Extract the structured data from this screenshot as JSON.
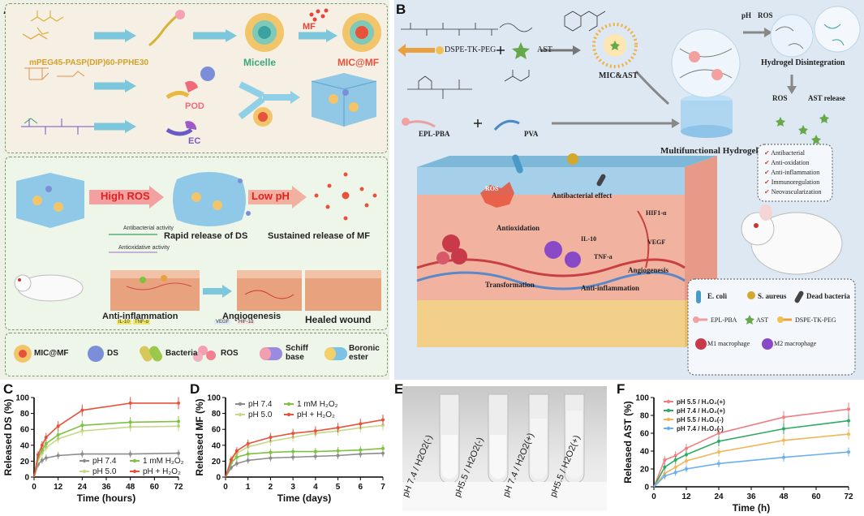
{
  "panels": {
    "A": "A",
    "B": "B",
    "C": "C",
    "D": "D",
    "E": "E",
    "F": "F"
  },
  "panelA": {
    "polymer": "mPEG45-PASP(DIP)60-PPHE30",
    "micelle": "Micelle",
    "mf": "MF",
    "mic_mf": "MIC@MF",
    "pod": "POD",
    "ec": "EC",
    "high_ros": "High ROS",
    "low_ph": "Low pH",
    "rapid_release": "Rapid release of DS",
    "sustained_release": "Sustained release of MF",
    "antibacterial_activity": "Antibacterial activity",
    "antioxidative_activity": "Antioxidative activity",
    "anti_inflammation": "Anti-inflammation",
    "il10": "IL-10",
    "tnfa": "TNF-α",
    "angiogenesis": "Angiogenesis",
    "vegf": "VEGF",
    "hif1a": "HIF-1α",
    "healed_wound": "Healed wound",
    "legend": [
      "MIC@MF",
      "DS",
      "Bacteria",
      "ROS",
      "Schiff base",
      "Boronic ester"
    ]
  },
  "panelB": {
    "dspe": "DSPE-TK-PEG",
    "ast": "AST",
    "mic_ast": "MIC&AST",
    "epl_pba": "EPL-PBA",
    "pva": "PVA",
    "ph_ros": "pH",
    "ros": "ROS",
    "hydrogel_disintegration": "Hydrogel Disintegration",
    "ros_ast": "ROS",
    "ast_release": "AST release",
    "multifunctional": "Multifunctional Hydrogel",
    "checklist": [
      "Antibacterial",
      "Anti-oxidation",
      "Anti-inflammation",
      "Immunoregulation",
      "Neovascularization"
    ],
    "antibacterial_effect": "Antibacterial effect",
    "antioxidation": "Antioxidation",
    "il10": "IL-10",
    "tnfa": "TNF-a",
    "hif1a": "HIF1-α",
    "vegf": "VEGF",
    "angiogenesis": "Angiogenesis",
    "transformation": "Transformation",
    "anti_inflammation": "Anti-inflammation",
    "ros_tag": "ROS",
    "legend": [
      "E. coli",
      "S. aureus",
      "Dead bacteria",
      "EPL-PBA",
      "AST",
      "DSPE-TK-PEG",
      "M1 macrophage",
      "M2 macrophage"
    ]
  },
  "panelE": {
    "tubes": [
      "pH 7.4 / H2O2(-)",
      "pH5.5 / H2O2(-)",
      "pH 7.4 / H2O2(+)",
      "pH5.5 / H2O2(+)"
    ]
  },
  "chart_data": [
    {
      "panel": "C",
      "type": "line",
      "xlabel": "Time (hours)",
      "ylabel": "Released DS (%)",
      "xlim": [
        0,
        72
      ],
      "ylim": [
        0,
        100
      ],
      "xticks": [
        0,
        12,
        24,
        36,
        48,
        60,
        72
      ],
      "yticks": [
        0,
        20,
        40,
        60,
        80,
        100
      ],
      "x": [
        0,
        2,
        4,
        6,
        12,
        24,
        48,
        72
      ],
      "series": [
        {
          "name": "pH 7.4",
          "color": "#8c8c8c",
          "values": [
            0,
            16,
            21,
            24,
            27,
            29,
            29,
            30
          ]
        },
        {
          "name": "pH 5.0",
          "color": "#c8d88a",
          "values": [
            0,
            22,
            30,
            37,
            48,
            58,
            63,
            64
          ]
        },
        {
          "name": "1 mM H2O2",
          "color": "#7ec242",
          "values": [
            0,
            25,
            34,
            42,
            53,
            65,
            69,
            70
          ]
        },
        {
          "name": "pH + H2O2",
          "color": "#e8523a",
          "values": [
            0,
            28,
            40,
            50,
            64,
            84,
            93,
            93
          ]
        }
      ],
      "legend": [
        "pH 7.4",
        "pH 5.0",
        "1 mM H₂O₂",
        "pH + H₂O₂"
      ]
    },
    {
      "panel": "D",
      "type": "line",
      "xlabel": "Time (days)",
      "ylabel": "Released MF (%)",
      "xlim": [
        0,
        7
      ],
      "ylim": [
        0,
        100
      ],
      "xticks": [
        0,
        1,
        2,
        3,
        4,
        5,
        6,
        7
      ],
      "yticks": [
        0,
        20,
        40,
        60,
        80,
        100
      ],
      "x": [
        0,
        0.25,
        0.5,
        1,
        2,
        3,
        4,
        5,
        6,
        7
      ],
      "series": [
        {
          "name": "pH 7.4",
          "color": "#8c8c8c",
          "values": [
            0,
            12,
            17,
            21,
            24,
            25,
            26,
            27,
            29,
            30
          ]
        },
        {
          "name": "pH 5.0",
          "color": "#c8d88a",
          "values": [
            0,
            20,
            30,
            38,
            45,
            50,
            55,
            58,
            62,
            65
          ]
        },
        {
          "name": "1 mM H2O2",
          "color": "#7ec242",
          "values": [
            0,
            18,
            25,
            29,
            31,
            32,
            32,
            33,
            34,
            36
          ]
        },
        {
          "name": "pH + H2O2",
          "color": "#e8523a",
          "values": [
            0,
            22,
            33,
            42,
            50,
            55,
            58,
            62,
            67,
            72
          ]
        }
      ],
      "legend": [
        "pH 7.4",
        "pH 5.0",
        "1 mM H₂O₂",
        "pH + H₂O₂"
      ]
    },
    {
      "panel": "F",
      "type": "line",
      "xlabel": "Time (h)",
      "ylabel": "Released AST (%)",
      "xlim": [
        0,
        72
      ],
      "ylim": [
        0,
        100
      ],
      "xticks": [
        0,
        12,
        24,
        36,
        48,
        60,
        72
      ],
      "yticks": [
        0,
        20,
        40,
        60,
        80,
        100
      ],
      "x": [
        0,
        4,
        8,
        12,
        24,
        48,
        72
      ],
      "series": [
        {
          "name": "pH 5.5 / H2O2(+)",
          "color": "#f07f84",
          "values": [
            0,
            30,
            35,
            43,
            60,
            78,
            87
          ]
        },
        {
          "name": "pH 7.4 / H2O2(+)",
          "color": "#2eaa62",
          "values": [
            0,
            22,
            30,
            36,
            51,
            65,
            74
          ]
        },
        {
          "name": "pH 5.5 / H2O2(-)",
          "color": "#f2b65a",
          "values": [
            0,
            15,
            22,
            29,
            39,
            52,
            59
          ]
        },
        {
          "name": "pH 7.4 / H2O2(-)",
          "color": "#6aaef0",
          "values": [
            0,
            12,
            16,
            20,
            26,
            33,
            39
          ]
        }
      ],
      "legend": [
        "pH 5.5 / H₂O₂(+)",
        "pH 7.4 / H₂O₂(+)",
        "pH 5.5 / H₂O₂(-)",
        "pH 7.4 / H₂O₂(-)"
      ]
    }
  ]
}
